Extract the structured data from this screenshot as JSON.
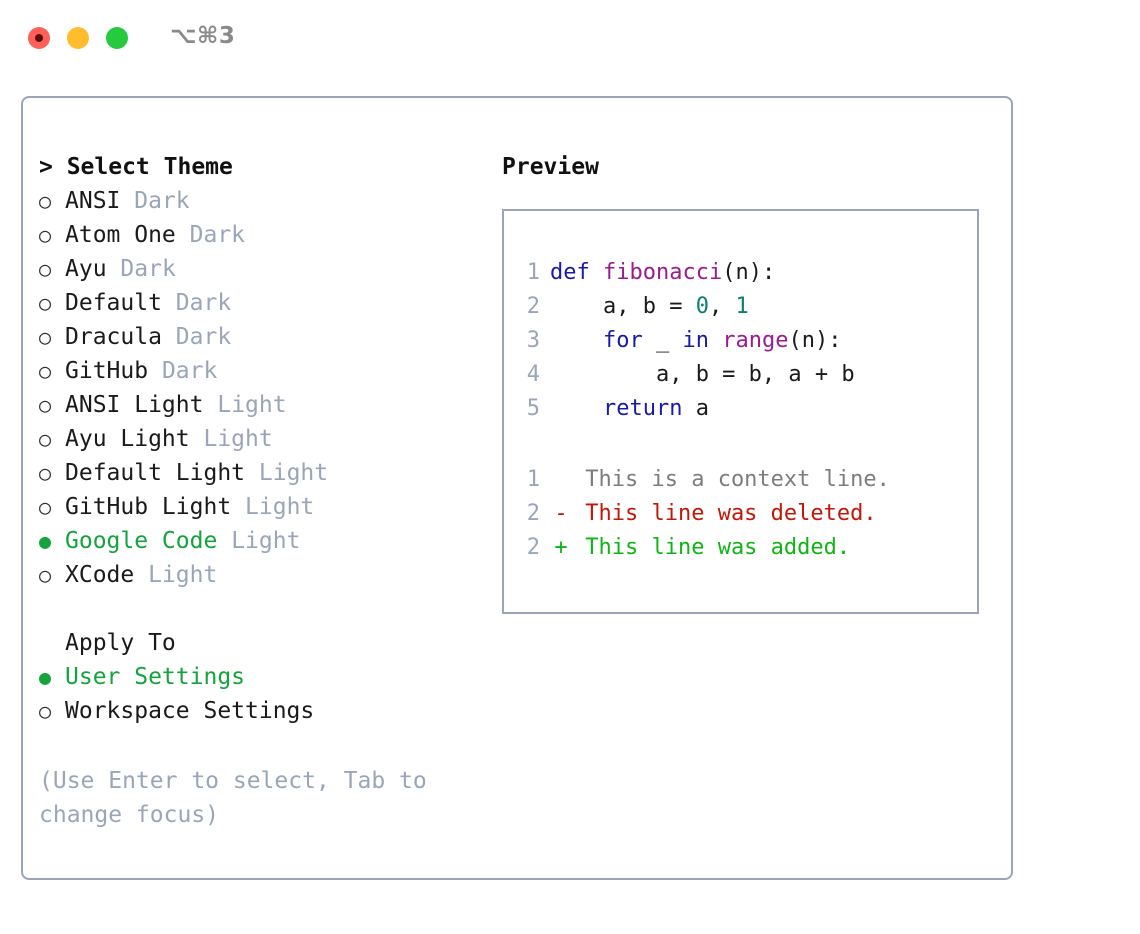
{
  "titlebar": {
    "shortcut": "⌥⌘3",
    "buttons": [
      {
        "name": "close",
        "color": "#ff6059"
      },
      {
        "name": "minimize",
        "color": "#ffbd2e"
      },
      {
        "name": "maximize",
        "color": "#27c93f"
      }
    ]
  },
  "theme_picker": {
    "header": "> Select Theme",
    "selected_theme": "Google Code",
    "accent_color": "#14a33c",
    "bullet_empty": "○",
    "bullet_filled": "●",
    "options": [
      {
        "name": "ANSI",
        "kind": "Dark",
        "selected": false
      },
      {
        "name": "Atom One",
        "kind": "Dark",
        "selected": false
      },
      {
        "name": "Ayu",
        "kind": "Dark",
        "selected": false
      },
      {
        "name": "Default",
        "kind": "Dark",
        "selected": false
      },
      {
        "name": "Dracula",
        "kind": "Dark",
        "selected": false
      },
      {
        "name": "GitHub",
        "kind": "Dark",
        "selected": false
      },
      {
        "name": "ANSI Light",
        "kind": "Light",
        "selected": false
      },
      {
        "name": "Ayu Light",
        "kind": "Light",
        "selected": false
      },
      {
        "name": "Default Light",
        "kind": "Light",
        "selected": false
      },
      {
        "name": "GitHub Light",
        "kind": "Light",
        "selected": false
      },
      {
        "name": "Google Code",
        "kind": "Light",
        "selected": true
      },
      {
        "name": "XCode",
        "kind": "Light",
        "selected": false
      }
    ]
  },
  "apply_to": {
    "header": "Apply To",
    "selected": "User Settings",
    "options": [
      {
        "name": "User Settings",
        "selected": true
      },
      {
        "name": "Workspace Settings",
        "selected": false
      }
    ]
  },
  "hint": "(Use Enter to select, Tab to change focus)",
  "preview": {
    "title": "Preview",
    "code_lines": [
      {
        "number": "1",
        "tokens": [
          {
            "text": "def ",
            "type": "kw"
          },
          {
            "text": "fibonacci",
            "type": "fn"
          },
          {
            "text": "(n):",
            "type": "plain"
          }
        ]
      },
      {
        "number": "2",
        "tokens": [
          {
            "text": "    a, b = ",
            "type": "plain"
          },
          {
            "text": "0",
            "type": "num"
          },
          {
            "text": ", ",
            "type": "plain"
          },
          {
            "text": "1",
            "type": "num"
          }
        ]
      },
      {
        "number": "3",
        "tokens": [
          {
            "text": "    ",
            "type": "plain"
          },
          {
            "text": "for",
            "type": "kw"
          },
          {
            "text": " _ ",
            "type": "plain"
          },
          {
            "text": "in",
            "type": "kw"
          },
          {
            "text": " ",
            "type": "plain"
          },
          {
            "text": "range",
            "type": "fn"
          },
          {
            "text": "(n):",
            "type": "plain"
          }
        ]
      },
      {
        "number": "4",
        "tokens": [
          {
            "text": "        a, b = b, a + b",
            "type": "plain"
          }
        ]
      },
      {
        "number": "5",
        "tokens": [
          {
            "text": "    ",
            "type": "plain"
          },
          {
            "text": "return",
            "type": "kw"
          },
          {
            "text": " a",
            "type": "plain"
          }
        ]
      }
    ],
    "diff_lines": [
      {
        "number": "1",
        "mark": " ",
        "text": "This is a context line.",
        "type": "context"
      },
      {
        "number": "2",
        "mark": "-",
        "text": "This line was deleted.",
        "type": "deleted"
      },
      {
        "number": "2",
        "mark": "+",
        "text": "This line was added.",
        "type": "added"
      }
    ],
    "syntax_colors": {
      "keyword": "#1a1aa6",
      "function": "#9b1a8f",
      "number": "#0a8070",
      "text": "#1a1a1a",
      "line_number": "#9aa6b8",
      "diff_context": "#7d7d7d",
      "diff_deleted": "#c21807",
      "diff_added": "#10b515"
    }
  }
}
